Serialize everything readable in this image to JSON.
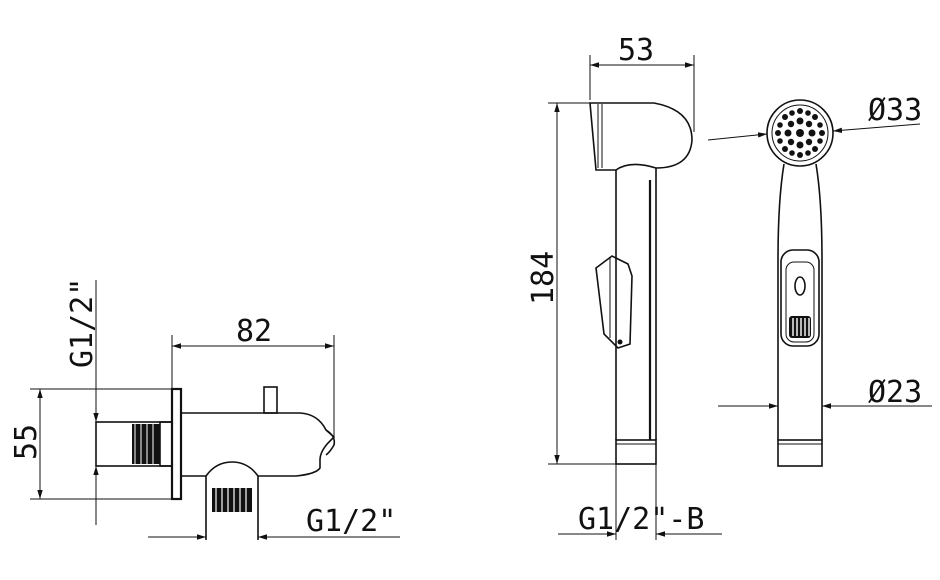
{
  "labels": {
    "wall_thread_vertical": "G1/2\"",
    "wall_depth": "82",
    "wall_height": "55",
    "outlet_thread": "G1/2\"",
    "handle_width": "53",
    "handle_length": "184",
    "head_diameter": "Ø33",
    "neck_diameter": "Ø23",
    "hose_thread": "G1/2\"-B"
  },
  "colors": {
    "line": "#111111",
    "background": "#ffffff"
  }
}
